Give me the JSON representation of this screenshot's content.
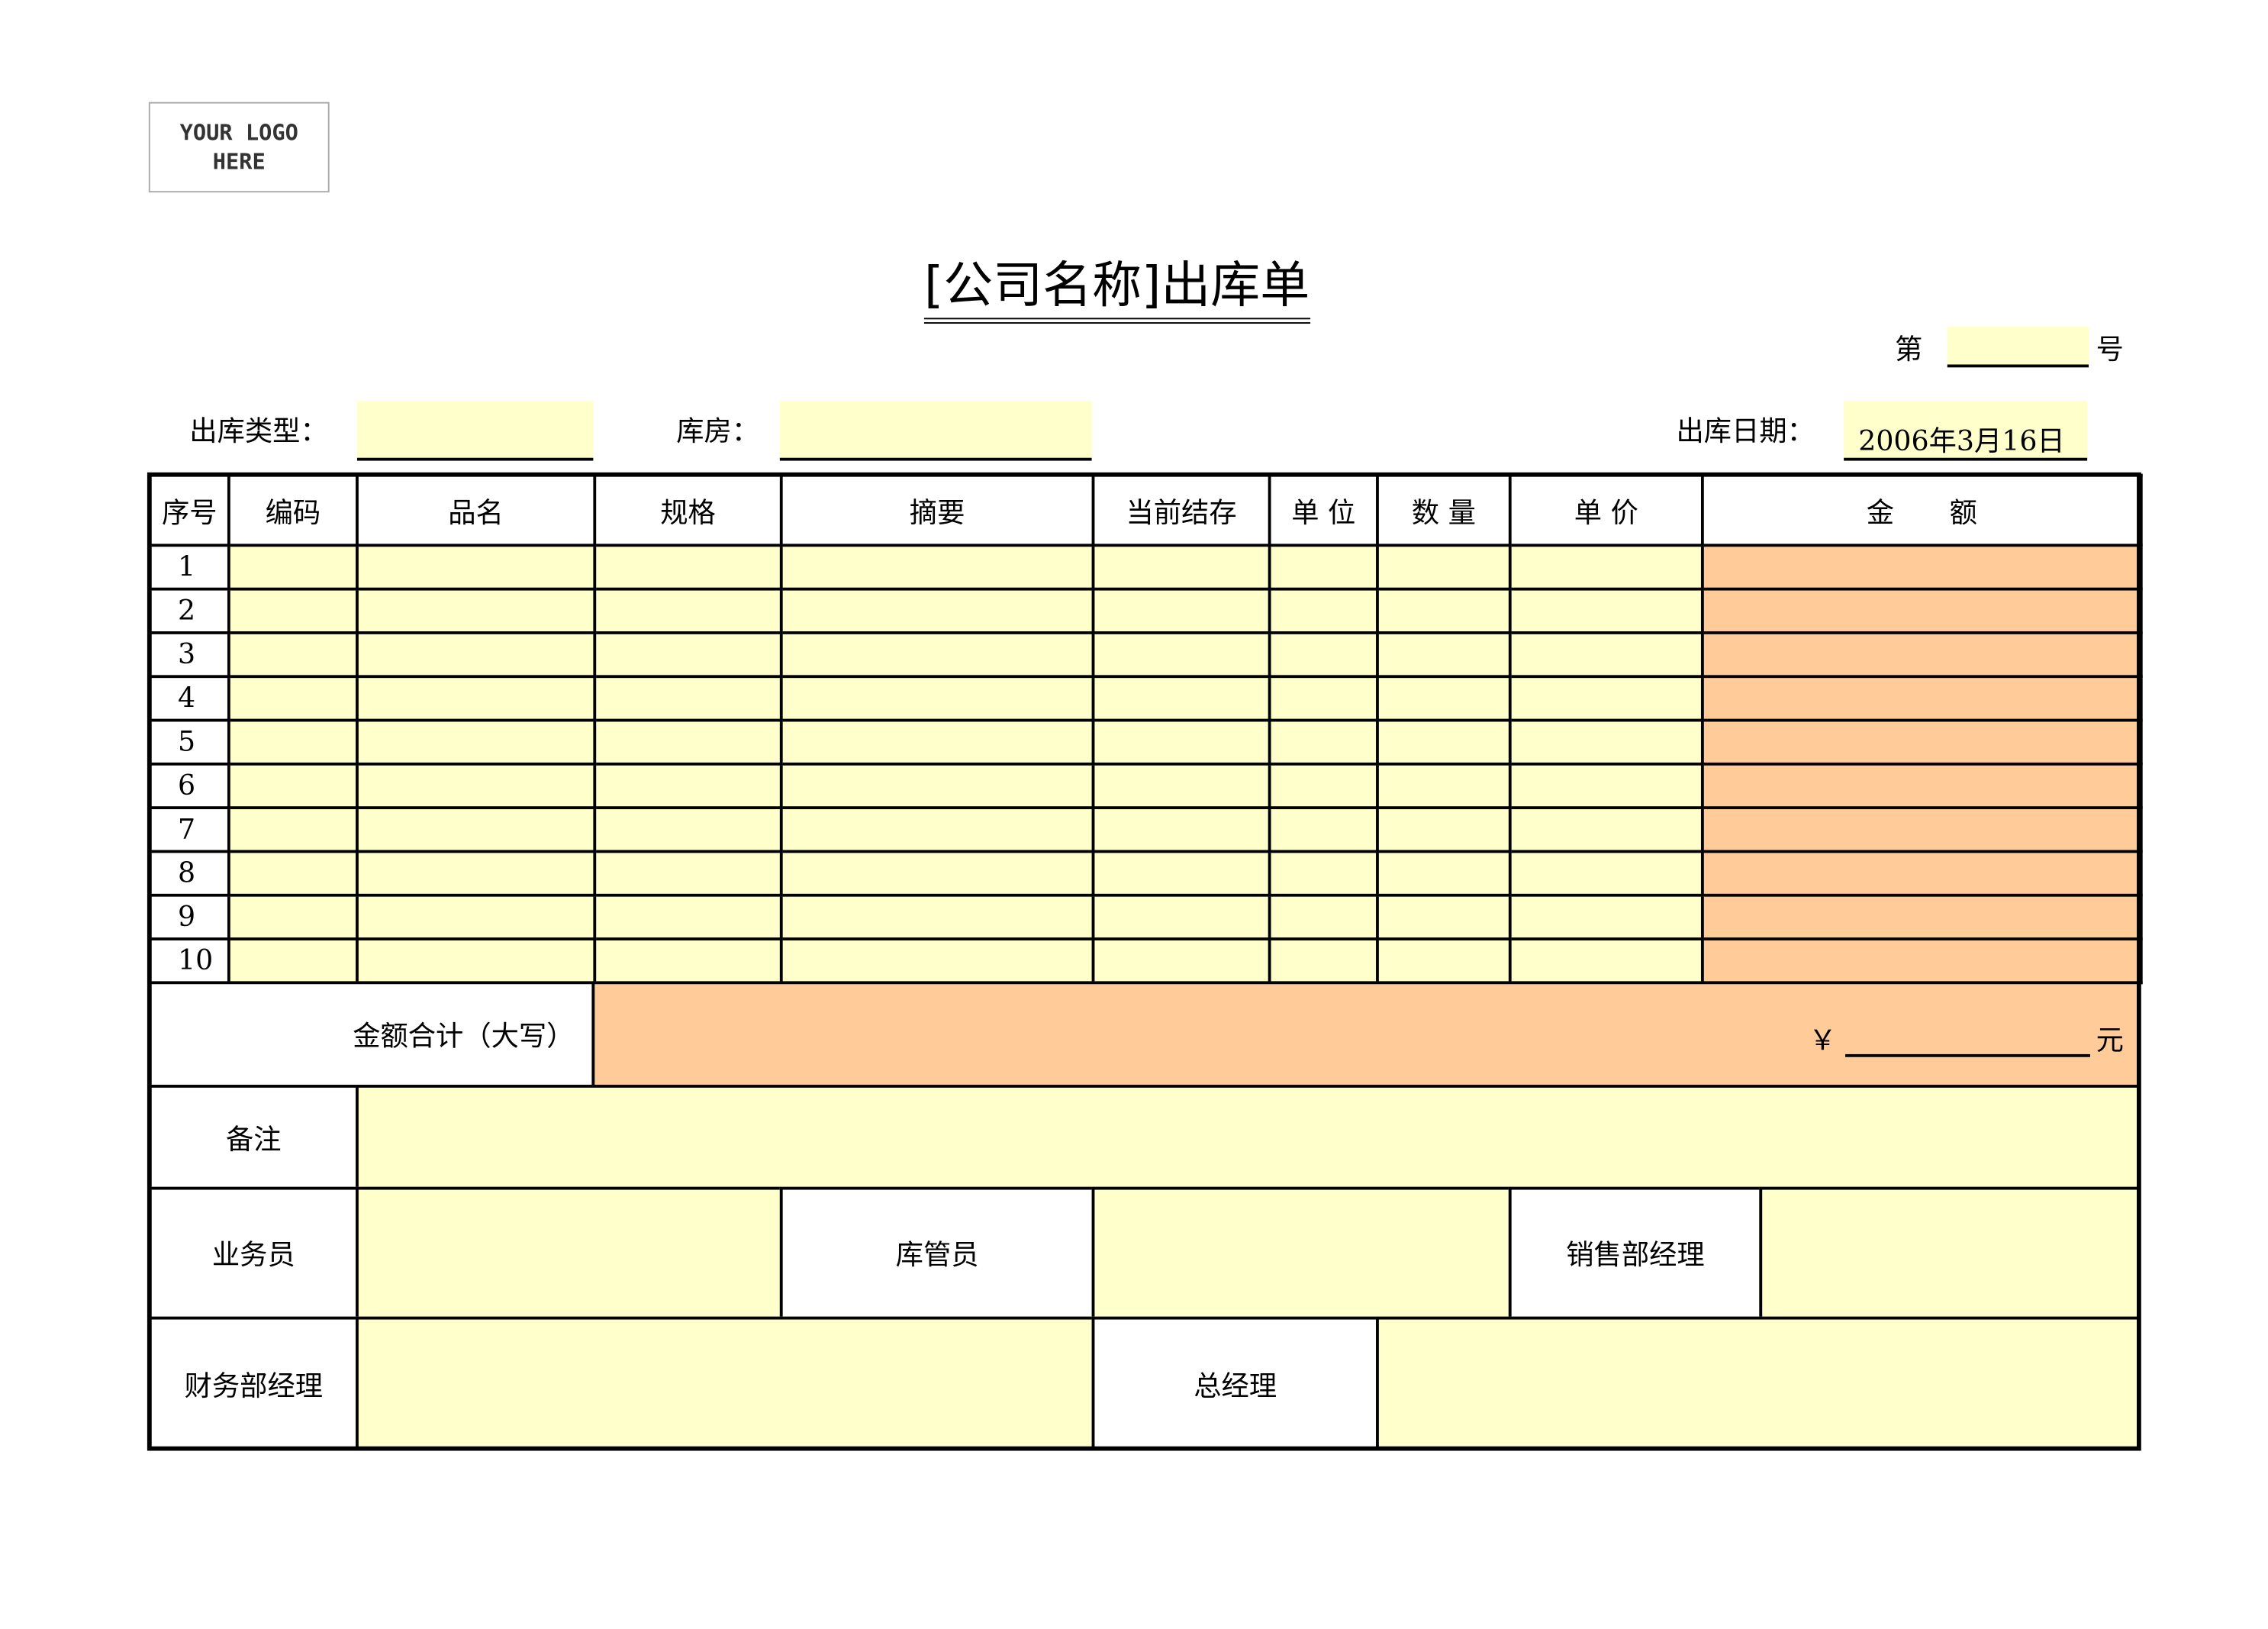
{
  "logo": "YOUR LOGO\nHERE",
  "title": "[公司名称]出库单",
  "number": {
    "prefix": "第",
    "suffix": "号",
    "value": ""
  },
  "fields": {
    "type_label": "出库类型：",
    "type_value": "",
    "warehouse_label": "库房：",
    "warehouse_value": "",
    "date_label": "出库日期：",
    "date_value": "2006年3月16日"
  },
  "columns": [
    "序号",
    "编码",
    "品名",
    "规格",
    "摘要",
    "当前结存",
    "单 位",
    "数 量",
    "单 价",
    "金　　额"
  ],
  "rows": [
    "1",
    "2",
    "3",
    "4",
    "5",
    "6",
    "7",
    "8",
    "9",
    "10"
  ],
  "total": {
    "label": "金额合计（大写）",
    "currency": "￥",
    "unit": "元"
  },
  "remarks_label": "备注",
  "signatures": {
    "salesperson": "业务员",
    "warehouse_keeper": "库管员",
    "sales_manager": "销售部经理",
    "finance_manager": "财务部经理",
    "general_manager": "总经理"
  },
  "colors": {
    "input": "#FFFFCC",
    "amount": "#FFCC99"
  }
}
